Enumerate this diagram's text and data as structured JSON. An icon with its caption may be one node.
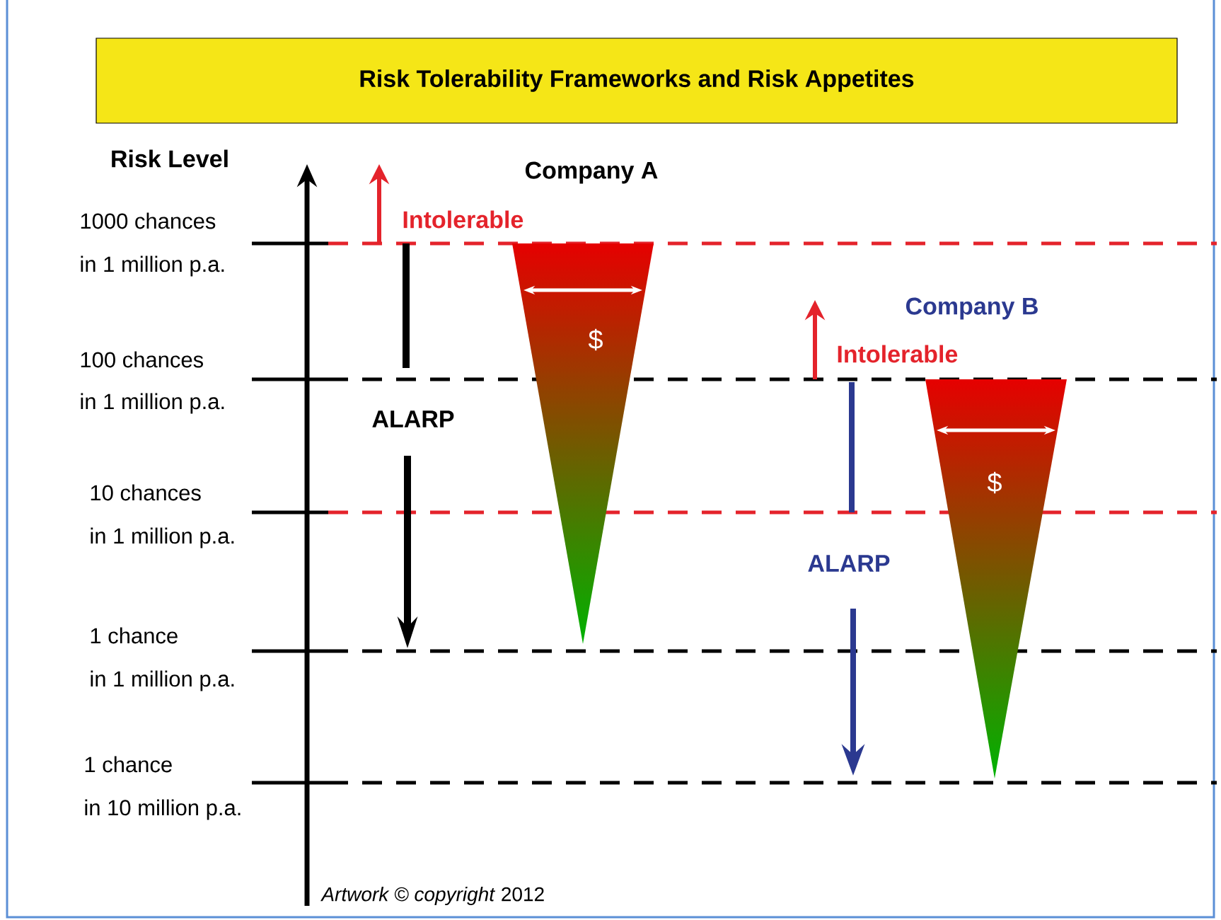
{
  "diagram": {
    "title": "Risk Tolerability Frameworks and Risk Appetites",
    "caption": "*Artwork © copyright* 2012",
    "labels": [
      "Risk Level",
      "Company A",
      "1000 chances",
      "Intolerable",
      "in 1 million p.a.",
      "$",
      "Company B",
      "100 chances",
      "Intolerable",
      "in 1 million p.a.",
      "ALARP",
      "$",
      "10 chances",
      "in 1 million p.a.",
      "ALARP",
      "1 chance",
      "in 1 million p.a.",
      "1 chance",
      "in 10 million p.a."
    ]
  }
}
